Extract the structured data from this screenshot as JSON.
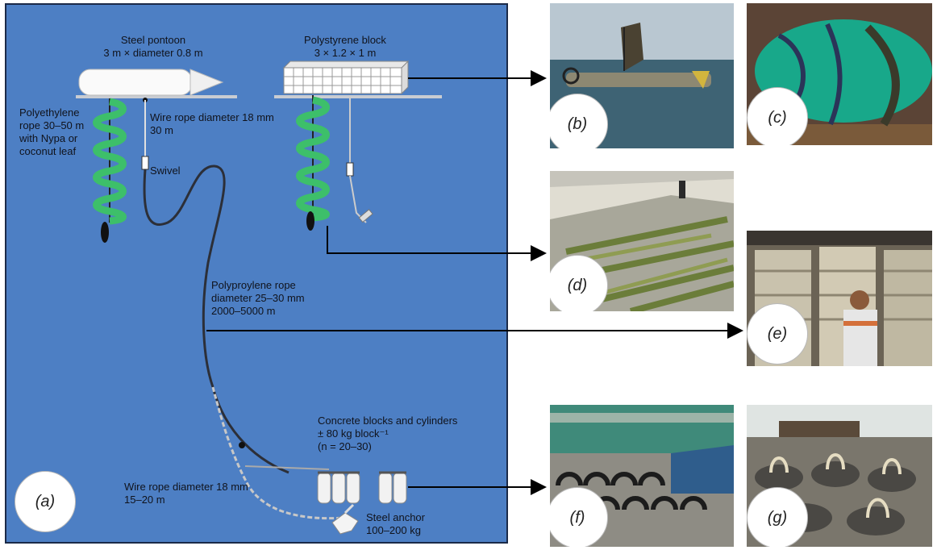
{
  "panel_a": {
    "label": "(a)",
    "steel_pontoon": "Steel pontoon\n3 m × diameter 0.8 m",
    "polystyrene_block": "Polystyrene block\n3 × 1.2 × 1 m",
    "polyethylene_rope": "Polyethylene\nrope 30–50 m\nwith Nypa or\ncoconut leaf",
    "wire_rope_top": "Wire rope diameter 18 mm\n30 m",
    "swivel": "Swivel",
    "polypropylene_rope": "Polyproylene rope\ndiameter 25–30 mm\n2000–5000 m",
    "concrete_blocks": "Concrete blocks and cylinders\n± 80 kg block⁻¹\n(n = 20–30)",
    "wire_rope_bottom": "Wire rope diameter 18 mm\n15–20 m",
    "steel_anchor": "Steel anchor\n100–200 kg"
  },
  "photos": {
    "b": "(b)",
    "c": "(c)",
    "d": "(d)",
    "e": "(e)",
    "f": "(f)",
    "g": "(g)"
  },
  "colors": {
    "panel_background": "#4d7fc4",
    "leaf_coil": "#3dbf6a",
    "rope": "#2c2f38",
    "arrow": "#000000"
  }
}
